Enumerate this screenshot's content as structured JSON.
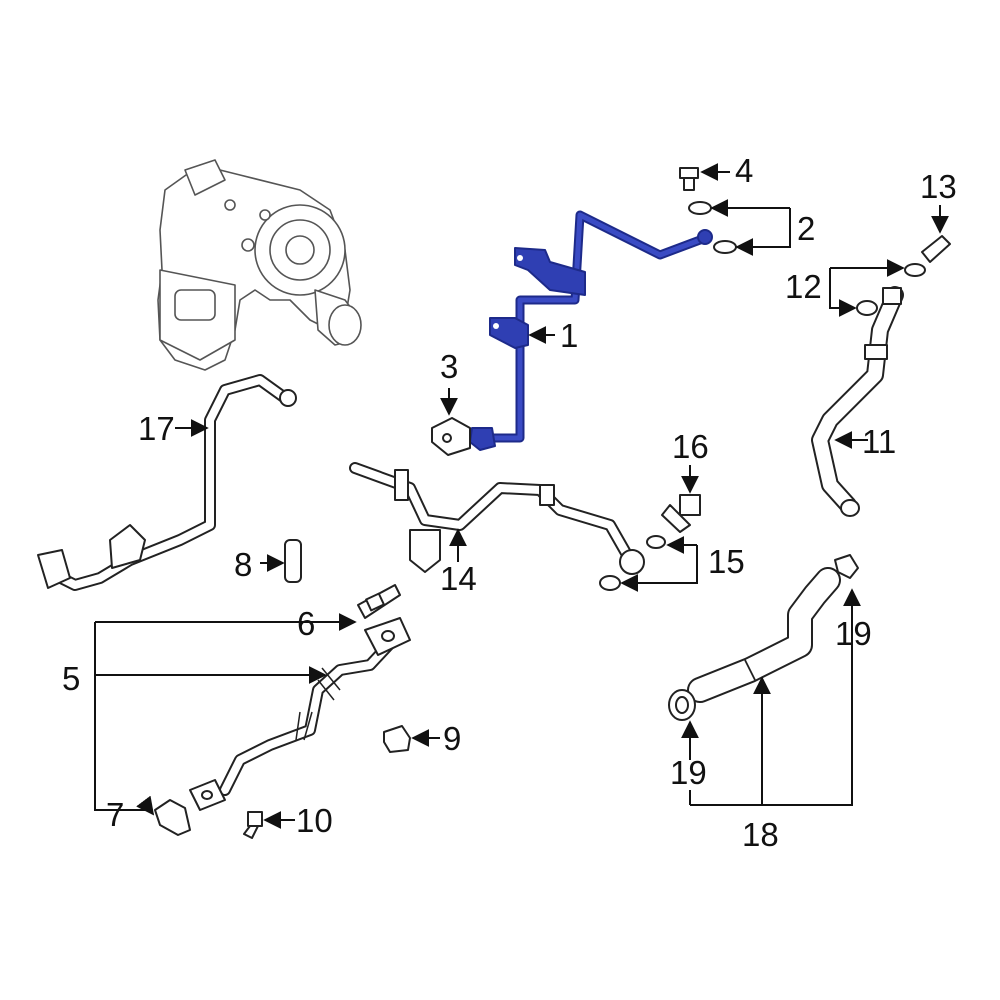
{
  "diagram": {
    "highlight_color": "#2f3fb3",
    "line_color": "#222222",
    "callouts": {
      "c1": "1",
      "c2": "2",
      "c3": "3",
      "c4": "4",
      "c5": "5",
      "c6": "6",
      "c7": "7",
      "c8": "8",
      "c9": "9",
      "c10": "10",
      "c11": "11",
      "c12": "12",
      "c13": "13",
      "c14": "14",
      "c15": "15",
      "c16": "16",
      "c17": "17",
      "c18": "18",
      "c19a": "19",
      "c19b": "19"
    }
  }
}
